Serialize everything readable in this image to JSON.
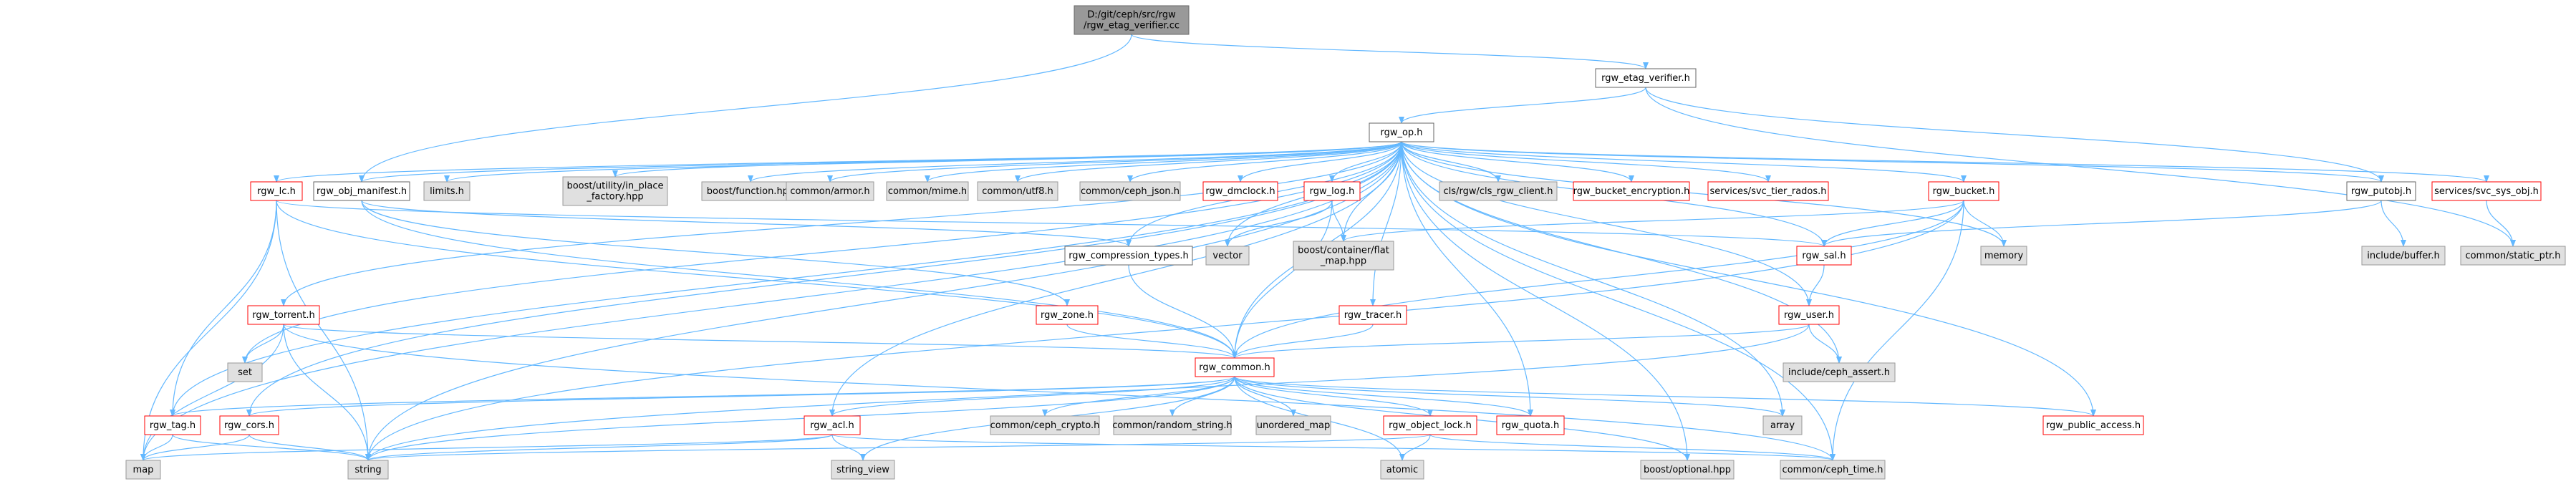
{
  "colors": {
    "edge": "#63B8FF",
    "edge_dark": "#4F6F8F",
    "root_fill": "#999999",
    "system_fill": "#E0E0E0",
    "system_stroke": "#999999",
    "project_fill": "#FFFFFF",
    "project_stroke": "#666666",
    "truncated_stroke": "#FF0000",
    "label": "#000000"
  },
  "nodes": [
    {
      "id": "root",
      "lines": [
        "D:/git/ceph/src/rgw",
        "/rgw_etag_verifier.cc"
      ],
      "kind": "root"
    },
    {
      "id": "rgw_etag_verifier_h",
      "lines": [
        "rgw_etag_verifier.h"
      ],
      "kind": "project"
    },
    {
      "id": "rgw_op_h",
      "lines": [
        "rgw_op.h"
      ],
      "kind": "project"
    },
    {
      "id": "rgw_putobj_h",
      "lines": [
        "rgw_putobj.h"
      ],
      "kind": "project"
    },
    {
      "id": "services_svc_sys_obj_h",
      "lines": [
        "services/svc_sys_obj.h"
      ],
      "kind": "truncated"
    },
    {
      "id": "rgw_lc_h",
      "lines": [
        "rgw_lc.h"
      ],
      "kind": "truncated"
    },
    {
      "id": "rgw_obj_manifest_h",
      "lines": [
        "rgw_obj_manifest.h"
      ],
      "kind": "project"
    },
    {
      "id": "limits_h",
      "lines": [
        "limits.h"
      ],
      "kind": "system"
    },
    {
      "id": "boost_utility_in_place",
      "lines": [
        "boost/utility/in_place",
        "_factory.hpp"
      ],
      "kind": "system"
    },
    {
      "id": "boost_function_hpp",
      "lines": [
        "boost/function.hpp"
      ],
      "kind": "system"
    },
    {
      "id": "common_armor_h",
      "lines": [
        "common/armor.h"
      ],
      "kind": "system"
    },
    {
      "id": "common_mime_h",
      "lines": [
        "common/mime.h"
      ],
      "kind": "system"
    },
    {
      "id": "common_utf8_h",
      "lines": [
        "common/utf8.h"
      ],
      "kind": "system"
    },
    {
      "id": "common_ceph_json_h",
      "lines": [
        "common/ceph_json.h"
      ],
      "kind": "system"
    },
    {
      "id": "rgw_dmclock_h",
      "lines": [
        "rgw_dmclock.h"
      ],
      "kind": "truncated"
    },
    {
      "id": "rgw_log_h",
      "lines": [
        "rgw_log.h"
      ],
      "kind": "truncated"
    },
    {
      "id": "cls_rgw_client_h",
      "lines": [
        "cls/rgw/cls_rgw_client.h"
      ],
      "kind": "system"
    },
    {
      "id": "rgw_bucket_encryption_h",
      "lines": [
        "rgw_bucket_encryption.h"
      ],
      "kind": "truncated"
    },
    {
      "id": "services_svc_tier_rados_h",
      "lines": [
        "services/svc_tier_rados.h"
      ],
      "kind": "truncated"
    },
    {
      "id": "rgw_bucket_h",
      "lines": [
        "rgw_bucket.h"
      ],
      "kind": "truncated"
    },
    {
      "id": "include_buffer_h",
      "lines": [
        "include/buffer.h"
      ],
      "kind": "system"
    },
    {
      "id": "common_static_ptr_h",
      "lines": [
        "common/static_ptr.h"
      ],
      "kind": "system"
    },
    {
      "id": "vector",
      "lines": [
        "vector"
      ],
      "kind": "system"
    },
    {
      "id": "boost_container_flat_map",
      "lines": [
        "boost/container/flat",
        "_map.hpp"
      ],
      "kind": "system"
    },
    {
      "id": "rgw_sal_h",
      "lines": [
        "rgw_sal.h"
      ],
      "kind": "truncated"
    },
    {
      "id": "memory",
      "lines": [
        "memory"
      ],
      "kind": "system"
    },
    {
      "id": "rgw_compression_types_h",
      "lines": [
        "rgw_compression_types.h"
      ],
      "kind": "project"
    },
    {
      "id": "rgw_torrent_h",
      "lines": [
        "rgw_torrent.h"
      ],
      "kind": "truncated"
    },
    {
      "id": "rgw_zone_h",
      "lines": [
        "rgw_zone.h"
      ],
      "kind": "truncated"
    },
    {
      "id": "rgw_tracer_h",
      "lines": [
        "rgw_tracer.h"
      ],
      "kind": "truncated"
    },
    {
      "id": "rgw_user_h",
      "lines": [
        "rgw_user.h"
      ],
      "kind": "truncated"
    },
    {
      "id": "set",
      "lines": [
        "set"
      ],
      "kind": "system"
    },
    {
      "id": "include_ceph_assert_h",
      "lines": [
        "include/ceph_assert.h"
      ],
      "kind": "system"
    },
    {
      "id": "rgw_common_h",
      "lines": [
        "rgw_common.h"
      ],
      "kind": "truncated"
    },
    {
      "id": "rgw_tag_h",
      "lines": [
        "rgw_tag.h"
      ],
      "kind": "truncated"
    },
    {
      "id": "rgw_cors_h",
      "lines": [
        "rgw_cors.h"
      ],
      "kind": "truncated"
    },
    {
      "id": "rgw_acl_h",
      "lines": [
        "rgw_acl.h"
      ],
      "kind": "truncated"
    },
    {
      "id": "common_ceph_crypto_h",
      "lines": [
        "common/ceph_crypto.h"
      ],
      "kind": "system"
    },
    {
      "id": "common_random_string_h",
      "lines": [
        "common/random_string.h"
      ],
      "kind": "system"
    },
    {
      "id": "unordered_map",
      "lines": [
        "unordered_map"
      ],
      "kind": "system"
    },
    {
      "id": "rgw_object_lock_h",
      "lines": [
        "rgw_object_lock.h"
      ],
      "kind": "truncated"
    },
    {
      "id": "rgw_quota_h",
      "lines": [
        "rgw_quota.h"
      ],
      "kind": "truncated"
    },
    {
      "id": "array",
      "lines": [
        "array"
      ],
      "kind": "system"
    },
    {
      "id": "rgw_public_access_h",
      "lines": [
        "rgw_public_access.h"
      ],
      "kind": "truncated"
    },
    {
      "id": "map",
      "lines": [
        "map"
      ],
      "kind": "system"
    },
    {
      "id": "string",
      "lines": [
        "string"
      ],
      "kind": "system"
    },
    {
      "id": "string_view",
      "lines": [
        "string_view"
      ],
      "kind": "system"
    },
    {
      "id": "atomic",
      "lines": [
        "atomic"
      ],
      "kind": "system"
    },
    {
      "id": "boost_optional_hpp",
      "lines": [
        "boost/optional.hpp"
      ],
      "kind": "system"
    },
    {
      "id": "common_ceph_time_h",
      "lines": [
        "common/ceph_time.h"
      ],
      "kind": "system"
    }
  ],
  "edges": [
    [
      "root",
      "rgw_etag_verifier_h"
    ],
    [
      "root",
      "rgw_obj_manifest_h"
    ],
    [
      "rgw_etag_verifier_h",
      "rgw_op_h"
    ],
    [
      "rgw_etag_verifier_h",
      "rgw_putobj_h"
    ],
    [
      "rgw_etag_verifier_h",
      "common_static_ptr_h"
    ],
    [
      "rgw_op_h",
      "limits_h"
    ],
    [
      "rgw_op_h",
      "boost_utility_in_place"
    ],
    [
      "rgw_op_h",
      "boost_function_hpp"
    ],
    [
      "rgw_op_h",
      "common_armor_h"
    ],
    [
      "rgw_op_h",
      "common_mime_h"
    ],
    [
      "rgw_op_h",
      "common_utf8_h"
    ],
    [
      "rgw_op_h",
      "common_ceph_json_h"
    ],
    [
      "rgw_op_h",
      "rgw_dmclock_h"
    ],
    [
      "rgw_op_h",
      "rgw_log_h"
    ],
    [
      "rgw_op_h",
      "cls_rgw_client_h"
    ],
    [
      "rgw_op_h",
      "rgw_bucket_encryption_h"
    ],
    [
      "rgw_op_h",
      "services_svc_tier_rados_h"
    ],
    [
      "rgw_op_h",
      "rgw_bucket_h"
    ],
    [
      "rgw_op_h",
      "rgw_putobj_h"
    ],
    [
      "rgw_op_h",
      "services_svc_sys_obj_h"
    ],
    [
      "rgw_op_h",
      "rgw_lc_h"
    ],
    [
      "rgw_op_h",
      "rgw_obj_manifest_h"
    ],
    [
      "rgw_op_h",
      "vector"
    ],
    [
      "rgw_op_h",
      "boost_container_flat_map"
    ],
    [
      "rgw_op_h",
      "rgw_sal_h"
    ],
    [
      "rgw_op_h",
      "memory"
    ],
    [
      "rgw_op_h",
      "rgw_compression_types_h"
    ],
    [
      "rgw_op_h",
      "rgw_torrent_h"
    ],
    [
      "rgw_op_h",
      "rgw_tracer_h"
    ],
    [
      "rgw_op_h",
      "rgw_user_h"
    ],
    [
      "rgw_op_h",
      "set"
    ],
    [
      "rgw_op_h",
      "include_ceph_assert_h"
    ],
    [
      "rgw_op_h",
      "rgw_common_h"
    ],
    [
      "rgw_op_h",
      "rgw_tag_h"
    ],
    [
      "rgw_op_h",
      "rgw_cors_h"
    ],
    [
      "rgw_op_h",
      "rgw_acl_h"
    ],
    [
      "rgw_op_h",
      "array"
    ],
    [
      "rgw_op_h",
      "rgw_public_access_h"
    ],
    [
      "rgw_op_h",
      "map"
    ],
    [
      "rgw_op_h",
      "string"
    ],
    [
      "rgw_op_h",
      "rgw_quota_h"
    ],
    [
      "rgw_op_h",
      "boost_optional_hpp"
    ],
    [
      "rgw_op_h",
      "common_ceph_time_h"
    ],
    [
      "rgw_putobj_h",
      "include_buffer_h"
    ],
    [
      "rgw_putobj_h",
      "rgw_sal_h"
    ],
    [
      "services_svc_sys_obj_h",
      "common_static_ptr_h"
    ],
    [
      "rgw_lc_h",
      "map"
    ],
    [
      "rgw_lc_h",
      "string"
    ],
    [
      "rgw_lc_h",
      "rgw_tag_h"
    ],
    [
      "rgw_lc_h",
      "rgw_sal_h"
    ],
    [
      "rgw_lc_h",
      "rgw_common_h"
    ],
    [
      "rgw_obj_manifest_h",
      "rgw_common_h"
    ],
    [
      "rgw_obj_manifest_h",
      "rgw_compression_types_h"
    ],
    [
      "rgw_obj_manifest_h",
      "rgw_zone_h"
    ],
    [
      "rgw_log_h",
      "vector"
    ],
    [
      "rgw_log_h",
      "boost_container_flat_map"
    ],
    [
      "rgw_log_h",
      "rgw_common_h"
    ],
    [
      "rgw_bucket_h",
      "rgw_sal_h"
    ],
    [
      "rgw_bucket_h",
      "memory"
    ],
    [
      "rgw_bucket_h",
      "boost_container_flat_map"
    ],
    [
      "rgw_bucket_h",
      "rgw_common_h"
    ],
    [
      "rgw_bucket_h",
      "common_ceph_time_h"
    ],
    [
      "rgw_bucket_h",
      "string"
    ],
    [
      "rgw_sal_h",
      "rgw_user_h"
    ],
    [
      "rgw_compression_types_h",
      "rgw_common_h"
    ],
    [
      "rgw_torrent_h",
      "set"
    ],
    [
      "rgw_torrent_h",
      "map"
    ],
    [
      "rgw_torrent_h",
      "string"
    ],
    [
      "rgw_torrent_h",
      "rgw_common_h"
    ],
    [
      "rgw_torrent_h",
      "common_ceph_time_h"
    ],
    [
      "rgw_zone_h",
      "rgw_common_h"
    ],
    [
      "rgw_tracer_h",
      "rgw_common_h"
    ],
    [
      "rgw_user_h",
      "rgw_common_h"
    ],
    [
      "rgw_user_h",
      "include_ceph_assert_h"
    ],
    [
      "rgw_user_h",
      "string"
    ],
    [
      "rgw_common_h",
      "rgw_tag_h"
    ],
    [
      "rgw_common_h",
      "rgw_cors_h"
    ],
    [
      "rgw_common_h",
      "rgw_acl_h"
    ],
    [
      "rgw_common_h",
      "common_ceph_crypto_h"
    ],
    [
      "rgw_common_h",
      "common_random_string_h"
    ],
    [
      "rgw_common_h",
      "unordered_map"
    ],
    [
      "rgw_common_h",
      "rgw_object_lock_h"
    ],
    [
      "rgw_common_h",
      "rgw_quota_h"
    ],
    [
      "rgw_common_h",
      "array"
    ],
    [
      "rgw_common_h",
      "rgw_public_access_h"
    ],
    [
      "rgw_common_h",
      "string"
    ],
    [
      "rgw_common_h",
      "string_view"
    ],
    [
      "rgw_common_h",
      "atomic"
    ],
    [
      "rgw_common_h",
      "boost_optional_hpp"
    ],
    [
      "rgw_tag_h",
      "map"
    ],
    [
      "rgw_tag_h",
      "string"
    ],
    [
      "rgw_cors_h",
      "map"
    ],
    [
      "rgw_cors_h",
      "string"
    ],
    [
      "rgw_acl_h",
      "map"
    ],
    [
      "rgw_acl_h",
      "string"
    ],
    [
      "rgw_acl_h",
      "string_view"
    ],
    [
      "rgw_acl_h",
      "common_ceph_time_h"
    ],
    [
      "rgw_object_lock_h",
      "string"
    ],
    [
      "rgw_object_lock_h",
      "common_ceph_time_h"
    ],
    [
      "rgw_object_lock_h",
      "atomic"
    ]
  ]
}
